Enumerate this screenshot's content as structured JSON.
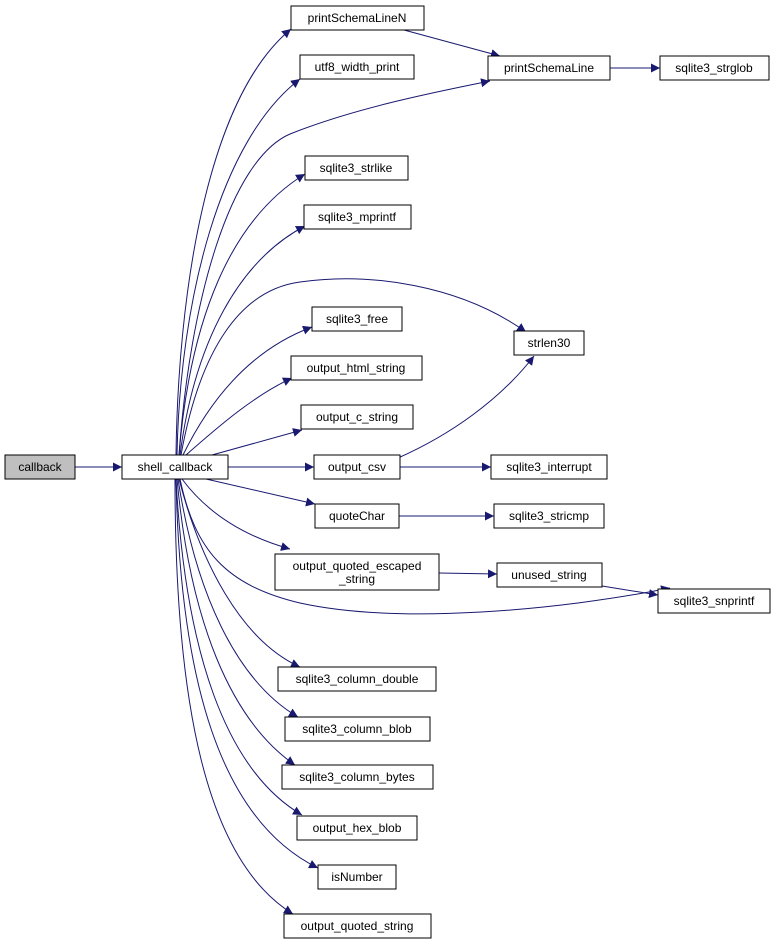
{
  "graph": {
    "nodes": {
      "callback": "callback",
      "shell_callback": "shell_callback",
      "printSchemaLineN": "printSchemaLineN",
      "utf8_width_print": "utf8_width_print",
      "printSchemaLine": "printSchemaLine",
      "sqlite3_strglob": "sqlite3_strglob",
      "sqlite3_strlike": "sqlite3_strlike",
      "sqlite3_mprintf": "sqlite3_mprintf",
      "sqlite3_free": "sqlite3_free",
      "strlen30": "strlen30",
      "output_html_string": "output_html_string",
      "output_c_string": "output_c_string",
      "output_csv": "output_csv",
      "sqlite3_interrupt": "sqlite3_interrupt",
      "quoteChar": "quoteChar",
      "sqlite3_stricmp": "sqlite3_stricmp",
      "output_quoted_escaped_string_1": "output_quoted_escaped",
      "output_quoted_escaped_string_2": "_string",
      "unused_string": "unused_string",
      "sqlite3_snprintf": "sqlite3_snprintf",
      "sqlite3_column_double": "sqlite3_column_double",
      "sqlite3_column_blob": "sqlite3_column_blob",
      "sqlite3_column_bytes": "sqlite3_column_bytes",
      "output_hex_blob": "output_hex_blob",
      "isNumber": "isNumber",
      "output_quoted_string": "output_quoted_string"
    },
    "edges": [
      [
        "callback",
        "shell_callback"
      ],
      [
        "shell_callback",
        "printSchemaLineN"
      ],
      [
        "shell_callback",
        "utf8_width_print"
      ],
      [
        "shell_callback",
        "printSchemaLine"
      ],
      [
        "shell_callback",
        "sqlite3_strlike"
      ],
      [
        "shell_callback",
        "sqlite3_mprintf"
      ],
      [
        "shell_callback",
        "strlen30"
      ],
      [
        "shell_callback",
        "sqlite3_free"
      ],
      [
        "shell_callback",
        "output_html_string"
      ],
      [
        "shell_callback",
        "output_c_string"
      ],
      [
        "shell_callback",
        "output_csv"
      ],
      [
        "shell_callback",
        "quoteChar"
      ],
      [
        "shell_callback",
        "output_quoted_escaped_string"
      ],
      [
        "shell_callback",
        "sqlite3_snprintf"
      ],
      [
        "shell_callback",
        "sqlite3_column_double"
      ],
      [
        "shell_callback",
        "sqlite3_column_blob"
      ],
      [
        "shell_callback",
        "sqlite3_column_bytes"
      ],
      [
        "shell_callback",
        "output_hex_blob"
      ],
      [
        "shell_callback",
        "isNumber"
      ],
      [
        "shell_callback",
        "output_quoted_string"
      ],
      [
        "printSchemaLineN",
        "printSchemaLine"
      ],
      [
        "printSchemaLine",
        "sqlite3_strglob"
      ],
      [
        "output_csv",
        "strlen30"
      ],
      [
        "output_csv",
        "sqlite3_interrupt"
      ],
      [
        "quoteChar",
        "sqlite3_stricmp"
      ],
      [
        "output_quoted_escaped_string",
        "unused_string"
      ],
      [
        "unused_string",
        "sqlite3_snprintf"
      ]
    ],
    "colors": {
      "edge": "#191970",
      "root_fill": "#bfbfbf",
      "node_fill": "#ffffff",
      "border": "#000000"
    }
  }
}
